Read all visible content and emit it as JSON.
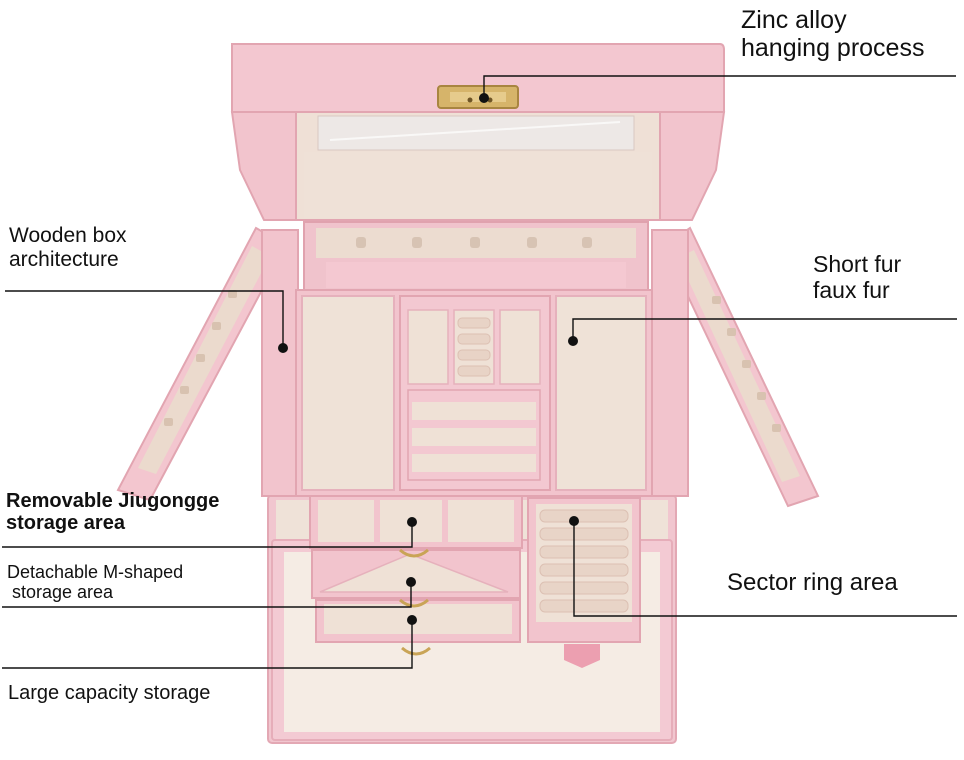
{
  "colors": {
    "pink": "#f2c4cd",
    "pink_dark": "#e6a9b5",
    "velvet": "#eedfd4",
    "gold": "#d4b063",
    "line": "#111111"
  },
  "labels": {
    "zinc_line1": "Zinc alloy",
    "zinc_line2": "hanging process",
    "wooden_line1": "Wooden box",
    "wooden_line2": "architecture",
    "fur_line1": "Short fur",
    "fur_line2": "faux fur",
    "jiugongge_line1": "Removable Jiugongge",
    "jiugongge_line2": "storage area",
    "m_shaped_line1": "Detachable M-shaped",
    "m_shaped_line2": " storage area",
    "sector_ring": "Sector ring area",
    "large_capacity": "Large capacity storage"
  }
}
